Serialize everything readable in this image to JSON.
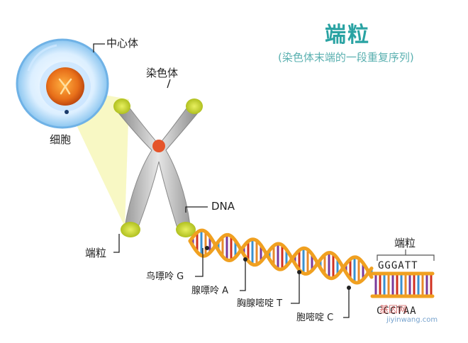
{
  "header": {
    "title": "端粒",
    "subtitle": "(染色体末端的一段重复序列)"
  },
  "labels": {
    "centrosome": "中心体",
    "chromosome": "染色体",
    "cell": "细胞",
    "telomere_left": "端粒",
    "dna": "DNA",
    "telomere_right": "端粒"
  },
  "bases": {
    "guanine": "鸟嘌呤 G",
    "adenine": "腺嘌呤 A",
    "thymine": "胸腺嘧啶 T",
    "cytosine": "胞嘧啶 C"
  },
  "sequence": {
    "top": "GGGATT",
    "bottom": "CCCTAA"
  },
  "watermark": {
    "line1": "基因网",
    "line2": "jiyinwang.com"
  },
  "colors": {
    "title": "#2aa3a3",
    "telomere_tip": "#c8d82a",
    "backbone": "#f0a020",
    "guanine": "#7a3a9a",
    "adenine": "#d03020",
    "thymine": "#3a90d0",
    "cytosine": "#e88a2a",
    "cell_membrane": "#7ab8e8",
    "nucleus": "#e06a10"
  }
}
